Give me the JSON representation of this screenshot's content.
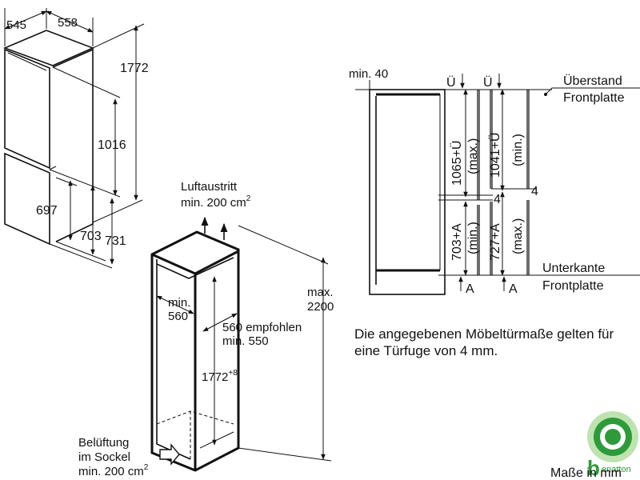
{
  "appliance_dims": {
    "depth_a": "545",
    "width": "558",
    "height": "1772",
    "upper_height": "1016",
    "lower_height": "697",
    "door_height": "703",
    "door_height_total": "731"
  },
  "niche_dims": {
    "air_outlet_title": "Luftaustritt",
    "air_outlet_min": "min. 200 cm",
    "air_outlet_sup": "2",
    "depth_min_line1": "min.",
    "depth_min_line2": "560",
    "width_rec_line1": "560 empfohlen",
    "width_rec_line2": "min. 550",
    "niche_height": "1772",
    "niche_height_sup": "+8",
    "max_height_line1": "max.",
    "max_height_line2": "2200",
    "ventilation_line1": "Belüftung",
    "ventilation_line2": "im Sockel",
    "ventilation_line3": "min. 200 cm",
    "ventilation_sup": "2"
  },
  "door_dims": {
    "min_gap": "min. 40",
    "u_left": "Ü",
    "u_right": "Ü",
    "upper_max": "1065+Ü",
    "upper_max_note": "(max.)",
    "upper_min": "1041+Ü",
    "upper_min_note": "(min.)",
    "lower_min": "703+A",
    "lower_min_note": "(min.)",
    "lower_max": "727+A",
    "lower_max_note": "(max.)",
    "gap_a": "4",
    "gap_b": "4",
    "a_left": "A",
    "a_right": "A",
    "overhang_line1": "Überstand",
    "overhang_line2": "Frontplatte",
    "bottom_line1": "Unterkante",
    "bottom_line2": "Frontplatte"
  },
  "note": {
    "line1": "Die angegebenen Möbeltürmaße gelten für",
    "line2": "eine Türfuge von 4 mm."
  },
  "footer": {
    "units": "Maße in mm",
    "logo_letter": "b",
    "logo_text": "enatton"
  },
  "colors": {
    "ink": "#111111",
    "logo_green": "#2e9b3a",
    "logo_light": "#bfe3b0"
  }
}
